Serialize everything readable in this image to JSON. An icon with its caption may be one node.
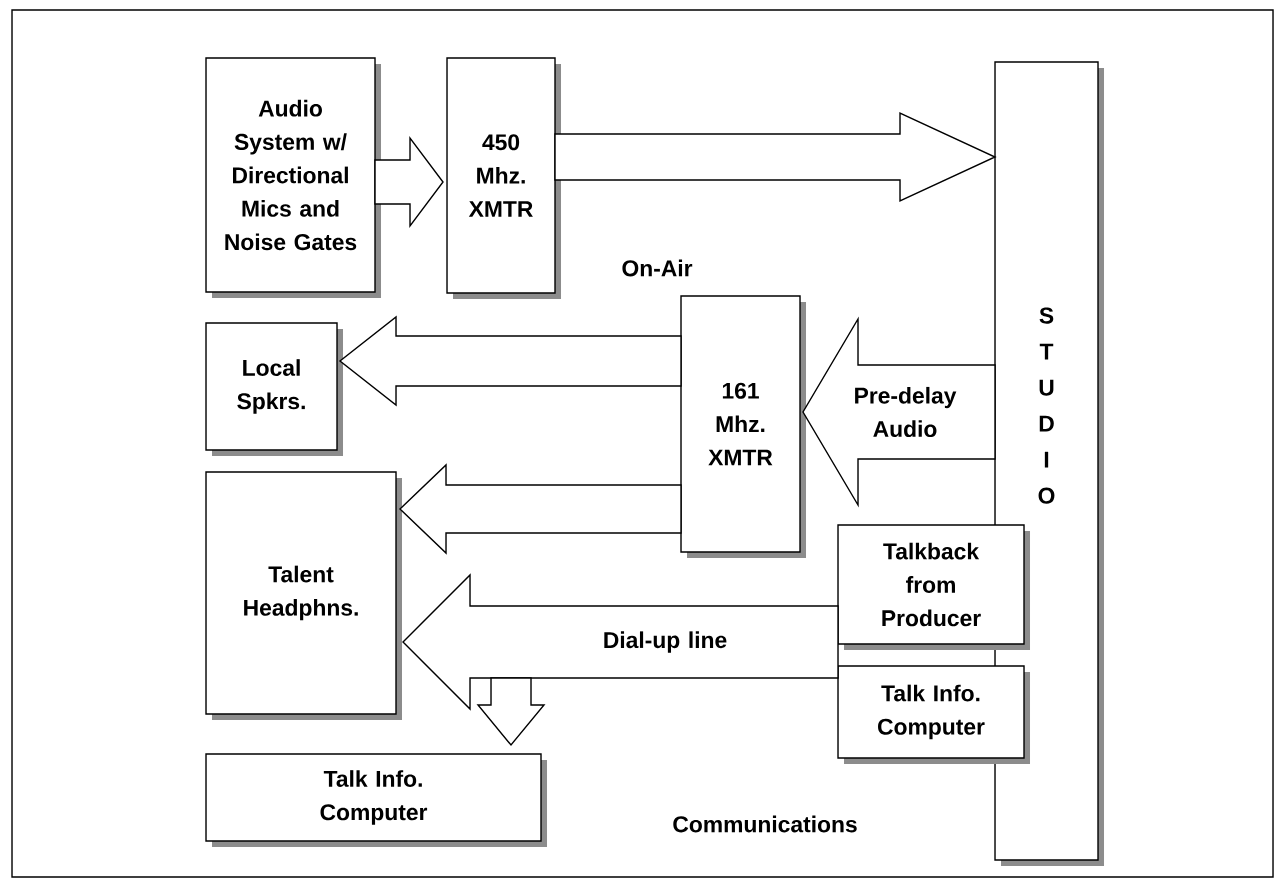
{
  "diagram": {
    "nodes": [
      {
        "text": [
          "Audio System w/ Directional Mics and Noise Gates"
        ]
      },
      {
        "text": [
          "450 Mhz. XMTR"
        ]
      },
      {
        "text": [
          "S T U D I O"
        ]
      },
      {
        "text": [
          "Local Spkrs."
        ]
      },
      {
        "text": [
          "161 Mhz. XMTR"
        ]
      },
      {
        "text": [
          "Talent Headphns."
        ]
      },
      {
        "text": [
          "Talkback from Producer"
        ]
      },
      {
        "text": [
          "Talk Info. Computer"
        ]
      },
      {
        "text": [
          "Talk Info. Computer"
        ]
      }
    ],
    "edges": [
      {
        "from": 0,
        "to": 1,
        "arrow": "to"
      },
      {
        "from": 1,
        "to": 2,
        "arrow": "to"
      },
      {
        "from": 4,
        "to": 3,
        "arrow": "to"
      },
      {
        "from": 4,
        "to": 5,
        "arrow": "to"
      },
      {
        "from": 2,
        "to": 4,
        "arrow": "to",
        "label": "Pre-delay Audio"
      },
      {
        "from": 6,
        "to": 5,
        "arrow": "to",
        "label": "Dial-up line"
      },
      {
        "from": 7,
        "to": 5,
        "arrow": "to"
      },
      {
        "from": null,
        "to": 8,
        "arrow": "to"
      }
    ],
    "labels": [
      "On-Air",
      "Communications"
    ]
  }
}
